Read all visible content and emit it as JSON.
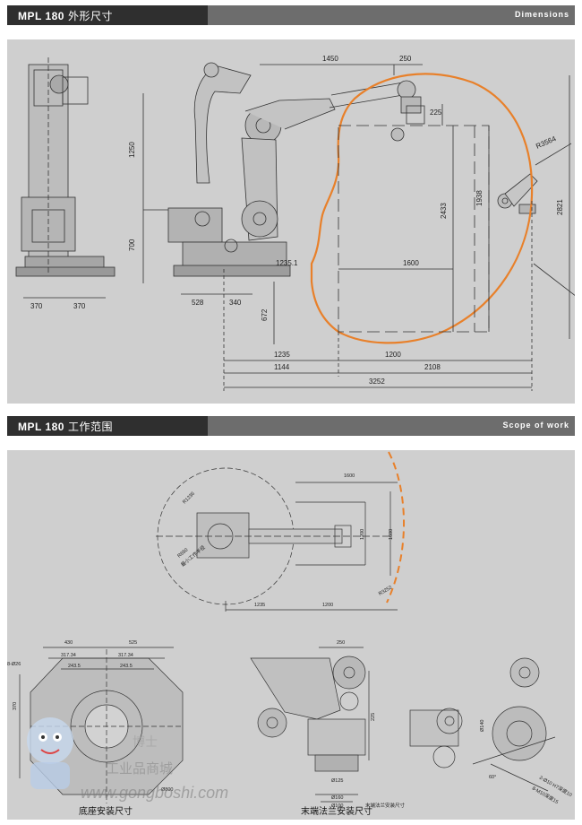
{
  "sections": {
    "dimensions": {
      "model": "MPL 180",
      "title_cn": "外形尺寸",
      "title_en": "Dimensions"
    },
    "scope": {
      "model": "MPL 180",
      "title_cn": "工作范围",
      "title_en": "Scope of work"
    }
  },
  "dimensions_drawing": {
    "side_width_a": "370",
    "side_width_b": "370",
    "upper_arm": "1450",
    "tool_offset_top": "250",
    "tool_offset_v": "225",
    "height_upper": "1250",
    "height_lower": "700",
    "base_a": "528",
    "base_b": "340",
    "radius": "R3564",
    "h_2433": "2433",
    "h_1938": "1938",
    "h_2821": "2821",
    "inner_reach": "1235.1",
    "work_width": "1600",
    "below_base": "672",
    "row1_a": "1235",
    "row1_b": "1200",
    "row2_a": "1144",
    "row2_b": "2108",
    "total": "3252"
  },
  "scope_drawing": {
    "top_width": "1600",
    "v_1200": "1200",
    "v_1600": "1600",
    "r_inner": "R1236",
    "r_outer": "R3252",
    "r_small": "R650",
    "small_label": "最小工作半径",
    "bottom_a": "1235",
    "bottom_b": "1200"
  },
  "details": {
    "base_top_a": "430",
    "base_top_b": "525",
    "base_mid_a": "317.34",
    "base_mid_b": "317.34",
    "base_low_a": "243.5",
    "base_low_b": "243.5",
    "base_hole": "8-Ø26",
    "base_side": "370",
    "base_dia": "Ø800",
    "base_caption": "底座安装尺寸",
    "flange_top": "250",
    "flange_side": "225",
    "flange_dia_a": "Ø125",
    "flange_dia_b": "Ø160",
    "flange_dia_c": "Ø100",
    "flange_note": "末端法兰安装尺寸",
    "flange_caption": "末端法兰安装尺寸",
    "flange_thread_a": "8-M10深度15",
    "flange_thread_b": "2-Ø10 H7深度10",
    "flange_angle": "60°",
    "flange_v": "Ø140"
  },
  "watermark": {
    "brand": "工业品商城",
    "url": "www.gongboshi.com",
    "mark": "博士"
  },
  "colors": {
    "band_dark": "#2f2f2f",
    "band_light": "#6d6d6d",
    "panel": "#cfcfcf",
    "orange": "#e8802a",
    "line": "#333333"
  }
}
